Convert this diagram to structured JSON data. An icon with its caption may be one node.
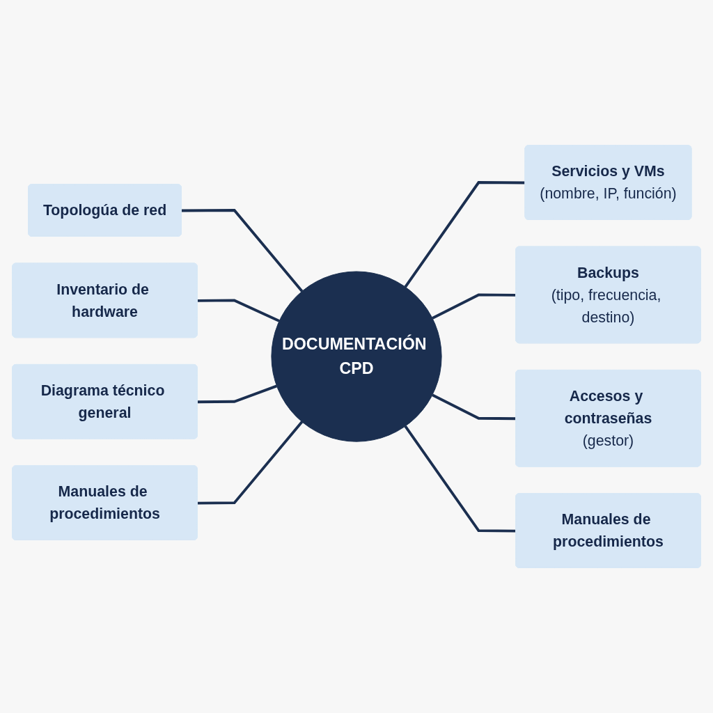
{
  "diagram": {
    "nodes": [
      {
        "text": [
          "DOCUMENTACIÓN CPD"
        ]
      },
      {
        "text": [
          "Topologúa de red"
        ]
      },
      {
        "text": [
          "Inventario de hardware"
        ]
      },
      {
        "text": [
          "Servicios y VMs",
          "(nombre, IP, función)"
        ]
      },
      {
        "text": [
          "Diagrama técnico general"
        ]
      },
      {
        "text": [
          "Backups",
          "(tipo, frecuencia, destino)"
        ]
      },
      {
        "text": [
          "Manuales de procedimientos"
        ]
      },
      {
        "text": [
          "Accesos y contraseñas",
          "(gestor)"
        ]
      },
      {
        "text": [
          "Manuales de procedimientos"
        ]
      }
    ],
    "edges": [
      {
        "from": 1,
        "to": 0,
        "arrow": "none"
      },
      {
        "from": 2,
        "to": 0,
        "arrow": "none"
      },
      {
        "from": 0,
        "to": 3,
        "arrow": "none"
      },
      {
        "from": 4,
        "to": 0,
        "arrow": "none"
      },
      {
        "from": 0,
        "to": 5,
        "arrow": "none"
      },
      {
        "from": 6,
        "to": 0,
        "arrow": "none"
      },
      {
        "from": 0,
        "to": 7,
        "arrow": "none"
      },
      {
        "from": 0,
        "to": 8,
        "arrow": "none"
      }
    ]
  }
}
